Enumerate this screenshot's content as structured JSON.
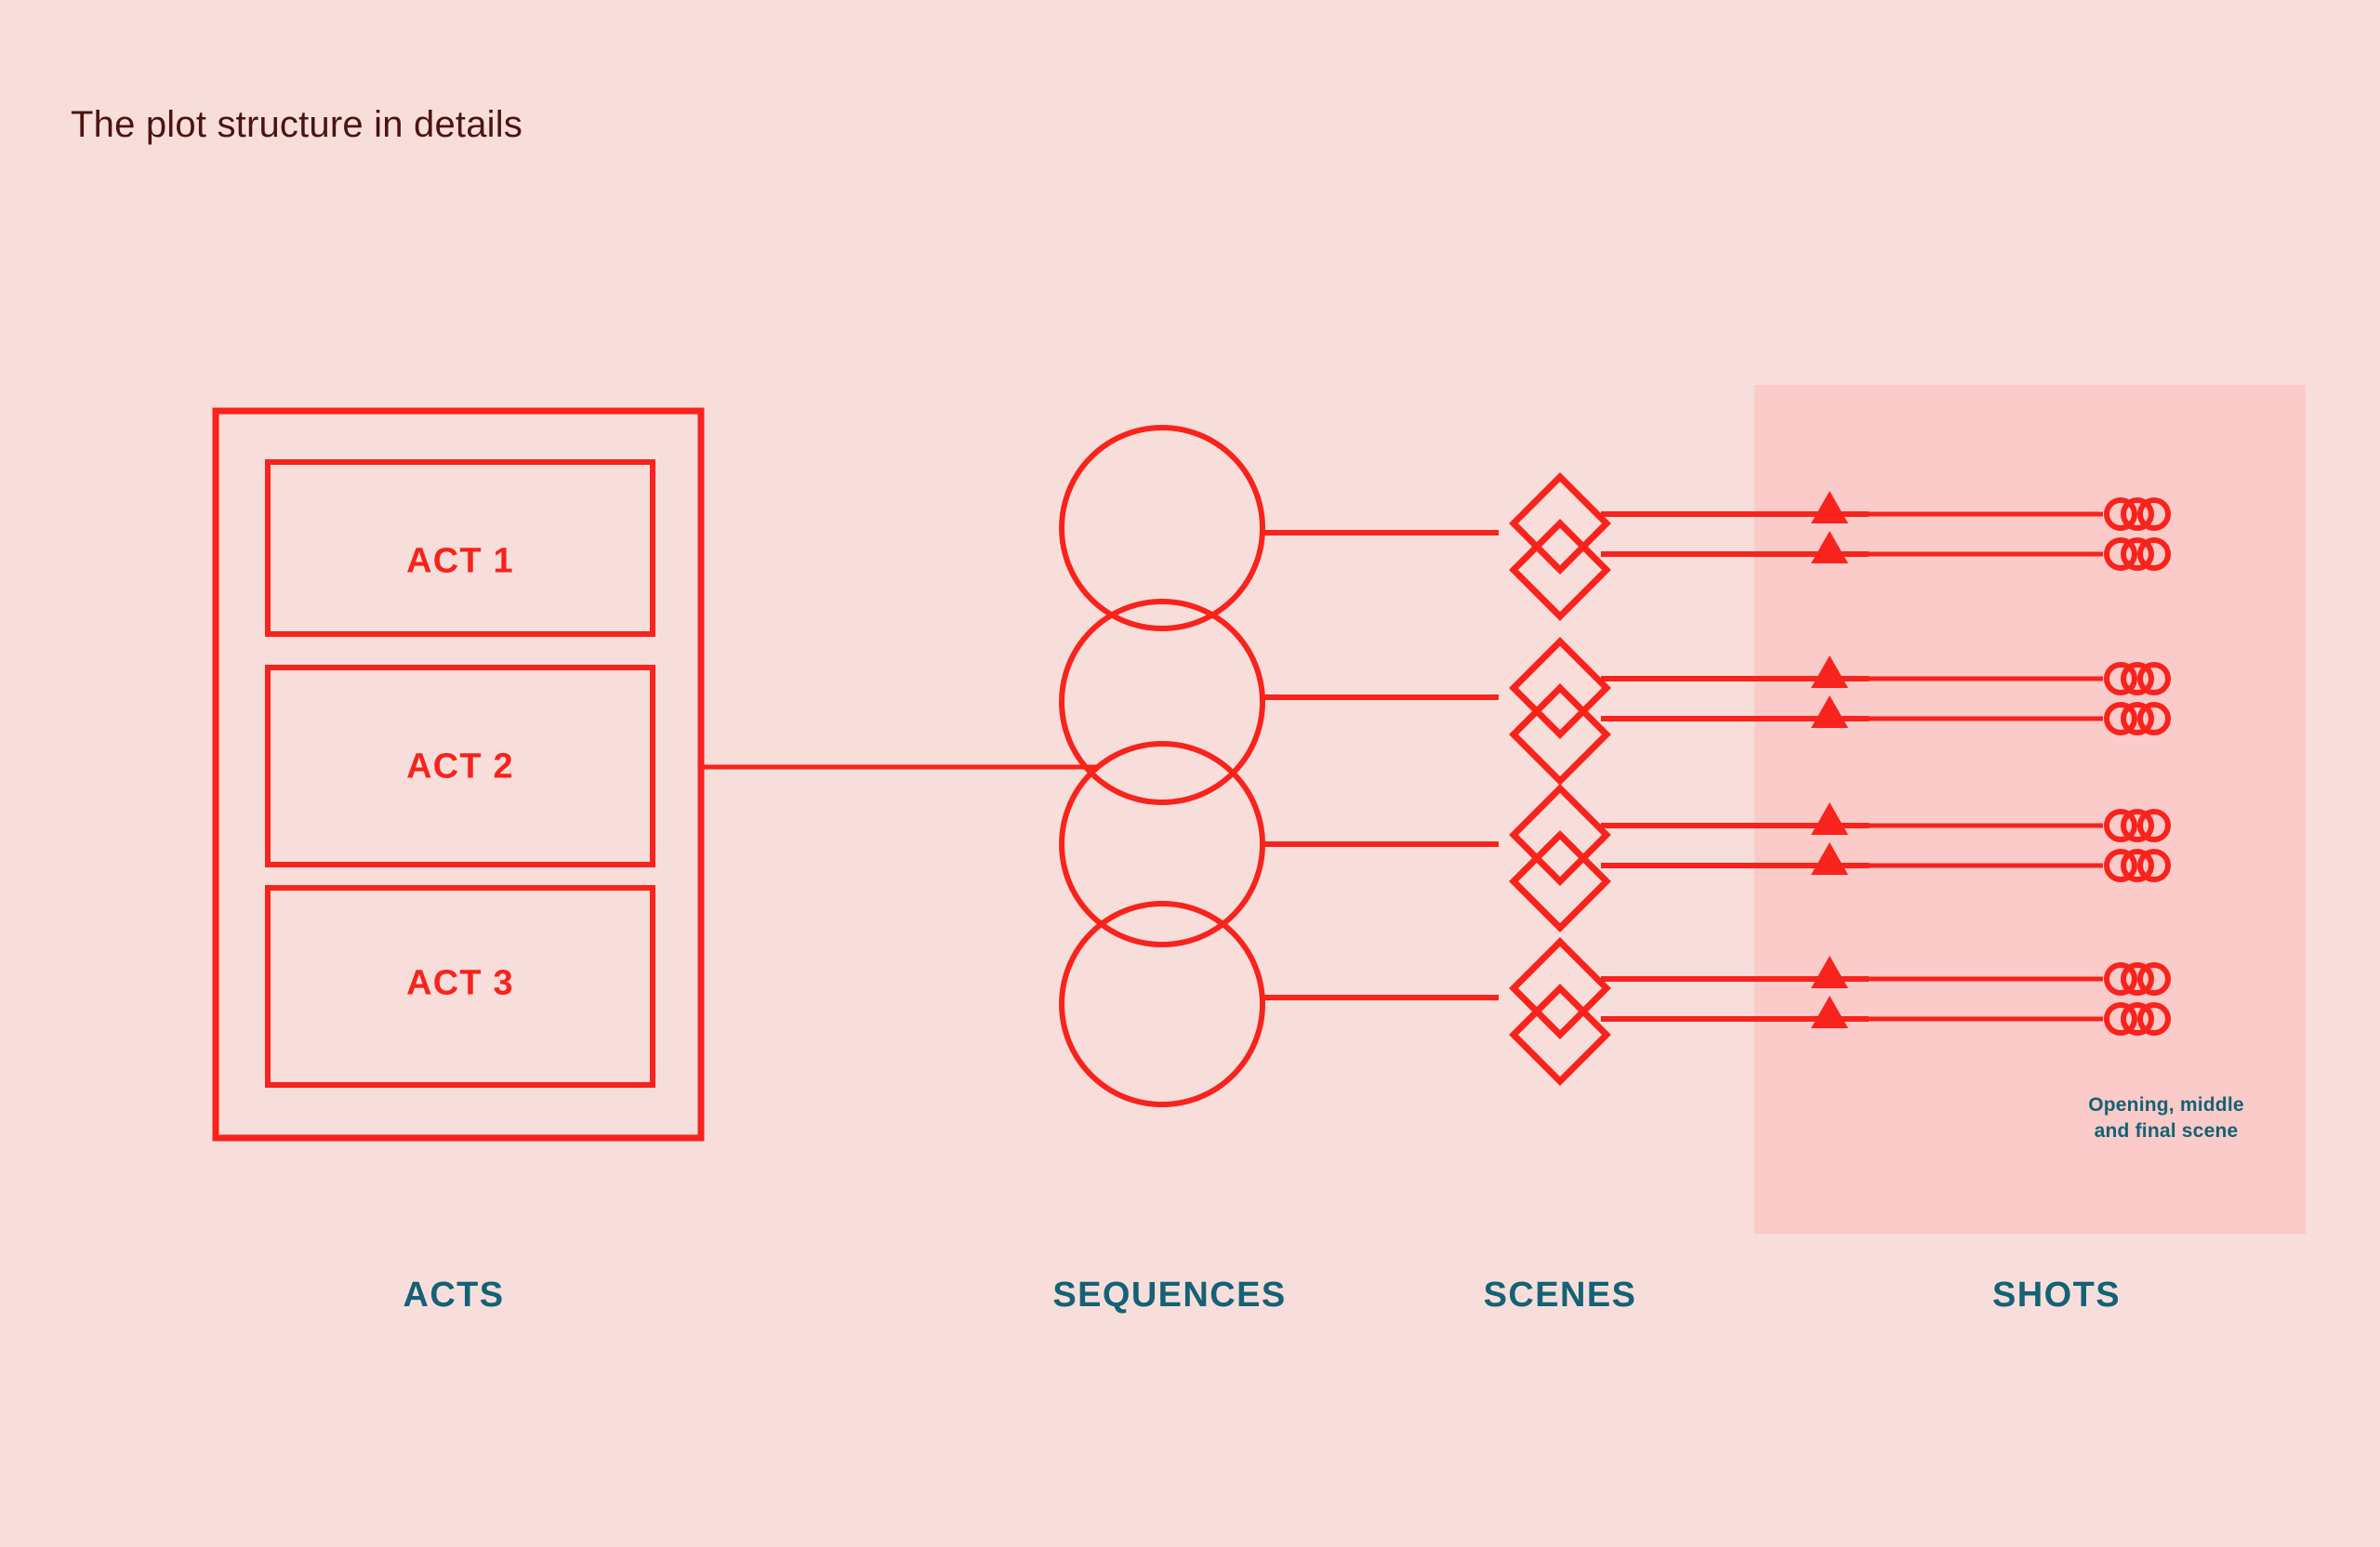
{
  "title": "The plot structure in details",
  "colors": {
    "background": "#F8DEDA",
    "panel": "#FACBC9",
    "red": "#F7231C",
    "teal": "#136275",
    "title_text": "#4A1412"
  },
  "acts": {
    "label": "ACTS",
    "items": [
      {
        "label": "ACT 1"
      },
      {
        "label": "ACT 2"
      },
      {
        "label": "ACT 3"
      }
    ]
  },
  "sequences": {
    "label": "SEQUENCES",
    "count": 4,
    "shape": "circle"
  },
  "scenes": {
    "label": "SCENES",
    "groups": 4,
    "per_group": 2,
    "shape": "diamond"
  },
  "shots": {
    "label": "SHOTS",
    "rows": 8,
    "row_shapes": [
      "triangle",
      "line",
      "triple-circle"
    ],
    "note_line_1": "Opening, middle",
    "note_line_2": "and final scene"
  },
  "chart_data": {
    "type": "diagram",
    "title": "The plot structure in details",
    "levels": [
      {
        "name": "ACTS",
        "nodes": [
          "ACT 1",
          "ACT 2",
          "ACT 3"
        ],
        "node_count": 3
      },
      {
        "name": "SEQUENCES",
        "nodes": [
          "",
          "",
          "",
          ""
        ],
        "node_count": 4
      },
      {
        "name": "SCENES",
        "nodes": [
          "",
          "",
          "",
          "",
          "",
          "",
          "",
          ""
        ],
        "node_count": 8
      },
      {
        "name": "SHOTS",
        "nodes": [
          "",
          "",
          "",
          "",
          "",
          "",
          "",
          ""
        ],
        "node_count": 8
      }
    ],
    "annotation": "Opening, middle and final scene"
  }
}
